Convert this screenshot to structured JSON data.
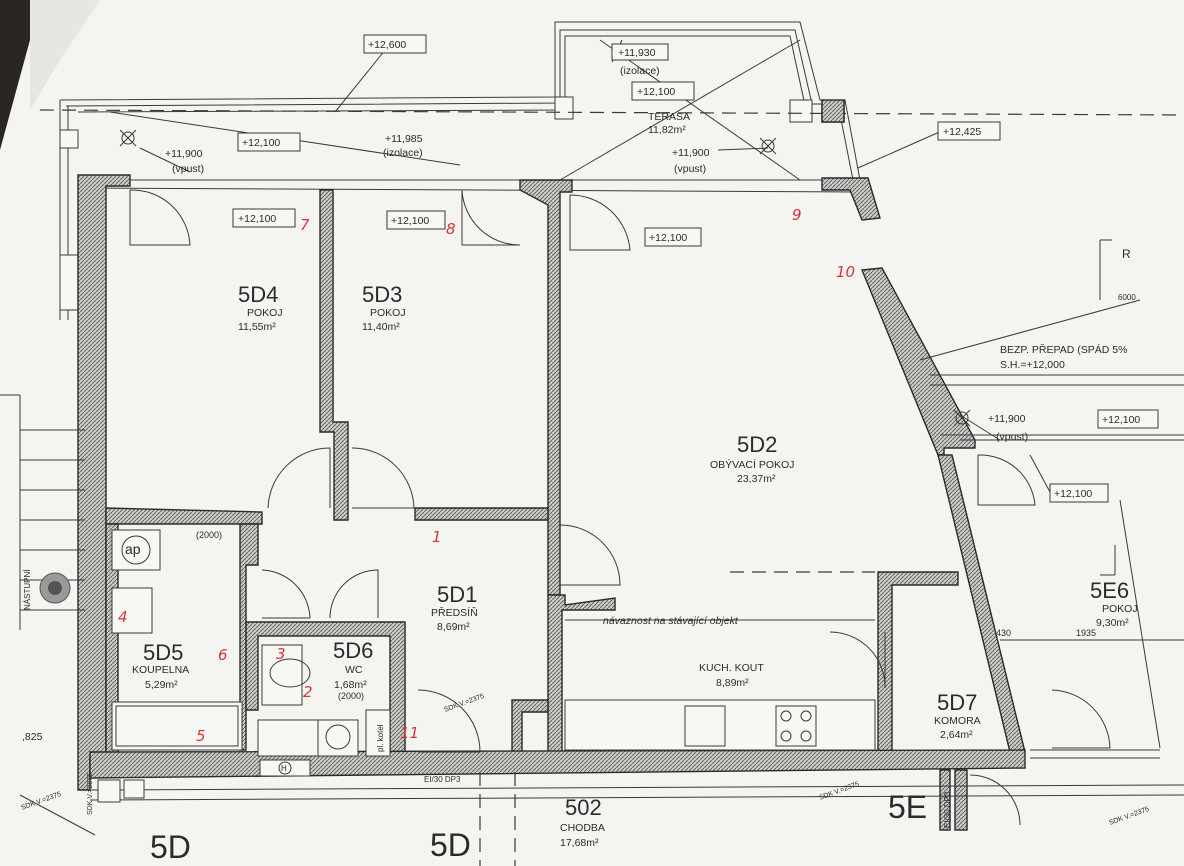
{
  "rooms": {
    "r5d4": {
      "code": "5D4",
      "name": "POKOJ",
      "area": "11,55m²"
    },
    "r5d3": {
      "code": "5D3",
      "name": "POKOJ",
      "area": "11,40m²"
    },
    "r5d2": {
      "code": "5D2",
      "name": "OBÝVACÍ POKOJ",
      "area": "23,37m²"
    },
    "r5d1": {
      "code": "5D1",
      "name": "PŘEDSÍŇ",
      "area": "8,69m²"
    },
    "r5d5": {
      "code": "5D5",
      "name": "KOUPELNA",
      "area": "5,29m²"
    },
    "r5d6": {
      "code": "5D6",
      "name": "WC",
      "area": "1,68m²"
    },
    "r5d7": {
      "code": "5D7",
      "name": "KOMORA",
      "area": "2,64m²"
    },
    "r5e6": {
      "code": "5E6",
      "name": "POKOJ",
      "area": "9,30m²"
    },
    "kitchen": {
      "name": "KUCH. KOUT",
      "area": "8,89m²"
    },
    "terasa": {
      "name": "TERASA",
      "area": "11,82m²"
    },
    "r502": {
      "code": "502",
      "name": "CHODBA",
      "area": "17,68m²"
    },
    "r5e": {
      "code": "5E"
    },
    "r5d_a": {
      "code": "5D"
    },
    "r5d_b": {
      "code": "5D"
    }
  },
  "levels": {
    "top": "+12,600",
    "terrace_iso": "+11,930",
    "iso_word": "(izolace)",
    "terrace_level": "+12,100",
    "left_drain": "+11,900",
    "drain_word": "(vpust)",
    "left_box": "+12,100",
    "mid_iso": "+11,985",
    "right_drain": "+11,900",
    "corner_box": "+12,425",
    "room_5d4": "+12,100",
    "room_5d3": "+12,100",
    "room_5d2": "+12,100",
    "right_drain2": "+11,900",
    "right_box_a": "+12,100",
    "right_box_b": "+12,100"
  },
  "notes": {
    "bezp1": "BEZP. PŘEPAD (SPÁD 5%",
    "bezp2": "S.H.=+12,000",
    "navaznost": "návaznost na stávající objekt",
    "dim_6000": "6000",
    "dim_430": "430",
    "dim_1935": "1935",
    "dim_825": ",825",
    "dim_2000a": "(2000)",
    "dim_2000b": "(2000)",
    "ap": "ap",
    "kotel": "pl. kotel",
    "h": "H",
    "ei30a": "EI/30 DP3",
    "ei30b": "EI/30 DP3",
    "sdk1": "SDK V.=2375",
    "sdk2": "SDK V.=2375",
    "sdk3": "SDK V.=2375",
    "sdk4": "SDK V.=2375",
    "sdk5": "SDK V.=2375",
    "letter_r": "R",
    "stair": "NÁSTUPNÍ"
  },
  "marks": [
    "1",
    "2",
    "3",
    "4",
    "5",
    "6",
    "7",
    "8",
    "9",
    "10",
    "11"
  ],
  "colors": {
    "paper": "#f4f4f1",
    "ink": "#2b2b2b",
    "marker": "#d8343a",
    "hatch": "#7a7a7a"
  }
}
